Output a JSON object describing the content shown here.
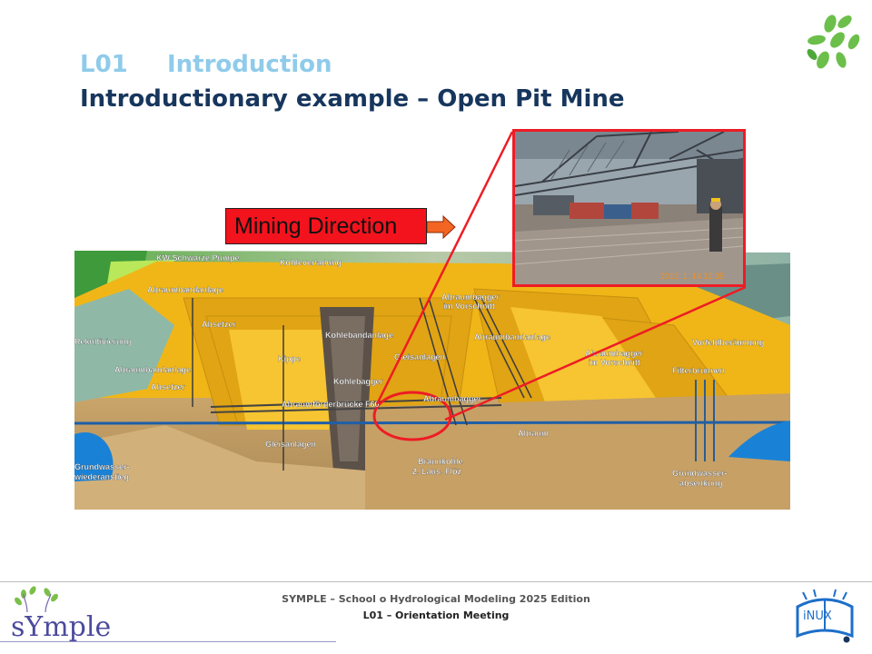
{
  "slide": {
    "lecture_number": "L01",
    "lecture_title": "Introduction",
    "headline": "Introductionary example – Open Pit Mine"
  },
  "callout": {
    "label": "Mining Direction",
    "arrow": "arrow-right-icon",
    "color": "#f3131d"
  },
  "diagram_labels": [
    "KW Schwarze Pumpe",
    "Kohleverladung",
    "Abraumbandanlage",
    "Absetzer",
    "Rekultivierung",
    "Abraumbandanlage",
    "Absetzer",
    "Kippe",
    "Kohlebandanlage",
    "Kohlebagger",
    "Gleisanlagen",
    "Abraumförderbrücke F60",
    "Abraumbagger",
    "Abraumbagger",
    "im Vorschnitt",
    "Abraumbandanlage",
    "Abraumbagger",
    "im Vorschnitt",
    "Vorfeldberäumung",
    "Filterbrunnen",
    "Abraum",
    "Gleisanlagen",
    "Braunkohle",
    "2. Laus. Flöz",
    "Grundwasser-",
    "wiederanstieg",
    "Grundwasser-",
    "absenkung"
  ],
  "photo": {
    "timestamp": "2012. 1. 14 12:35"
  },
  "footer": {
    "line1": "SYMPLE – School o Hydrological Modeling 2025 Edition",
    "line2": "L01 – Orientation Meeting",
    "left_logo_text": "sYmple",
    "right_logo_text": "iNUX"
  },
  "colors": {
    "title_light": "#8fcbea",
    "title_dark": "#17365d",
    "highlight_red": "#ee1c25"
  }
}
